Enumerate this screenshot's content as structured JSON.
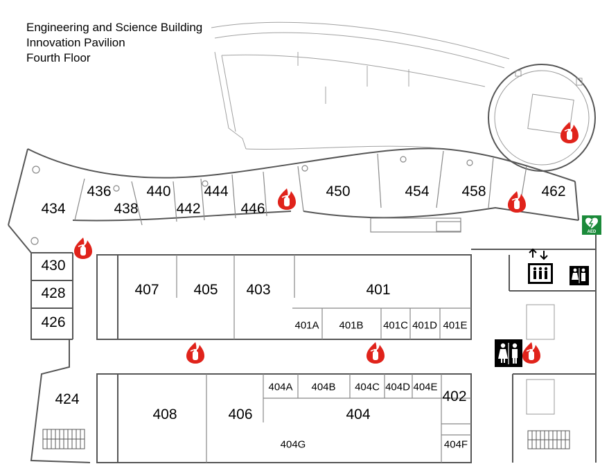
{
  "header": {
    "line1": "Engineering and Science Building",
    "line2": "Innovation Pavilion",
    "line3": "Fourth Floor"
  },
  "rooms": {
    "r434": "434",
    "r436": "436",
    "r438": "438",
    "r440": "440",
    "r442": "442",
    "r444": "444",
    "r446": "446",
    "r450": "450",
    "r454": "454",
    "r458": "458",
    "r462": "462",
    "r430": "430",
    "r428": "428",
    "r426": "426",
    "r424": "424",
    "r407": "407",
    "r405": "405",
    "r403": "403",
    "r401": "401",
    "r401A": "401A",
    "r401B": "401B",
    "r401C": "401C",
    "r401D": "401D",
    "r401E": "401E",
    "r404A": "404A",
    "r404B": "404B",
    "r404C": "404C",
    "r404D": "404D",
    "r404E": "404E",
    "r402": "402",
    "r408": "408",
    "r406": "406",
    "r404": "404",
    "r404G": "404G",
    "r404F": "404F"
  },
  "aed": {
    "label": "AED",
    "color": "#1b8a3a"
  },
  "icons": {
    "fire_extinguisher": "fire-extinguisher-icon",
    "elevator": "elevator-icon",
    "restroom": "restroom-icon",
    "stairs": "stairs-icon"
  },
  "colors": {
    "fire_red": "#e0231b",
    "wall": "#555555",
    "line": "#9a9a9a"
  }
}
